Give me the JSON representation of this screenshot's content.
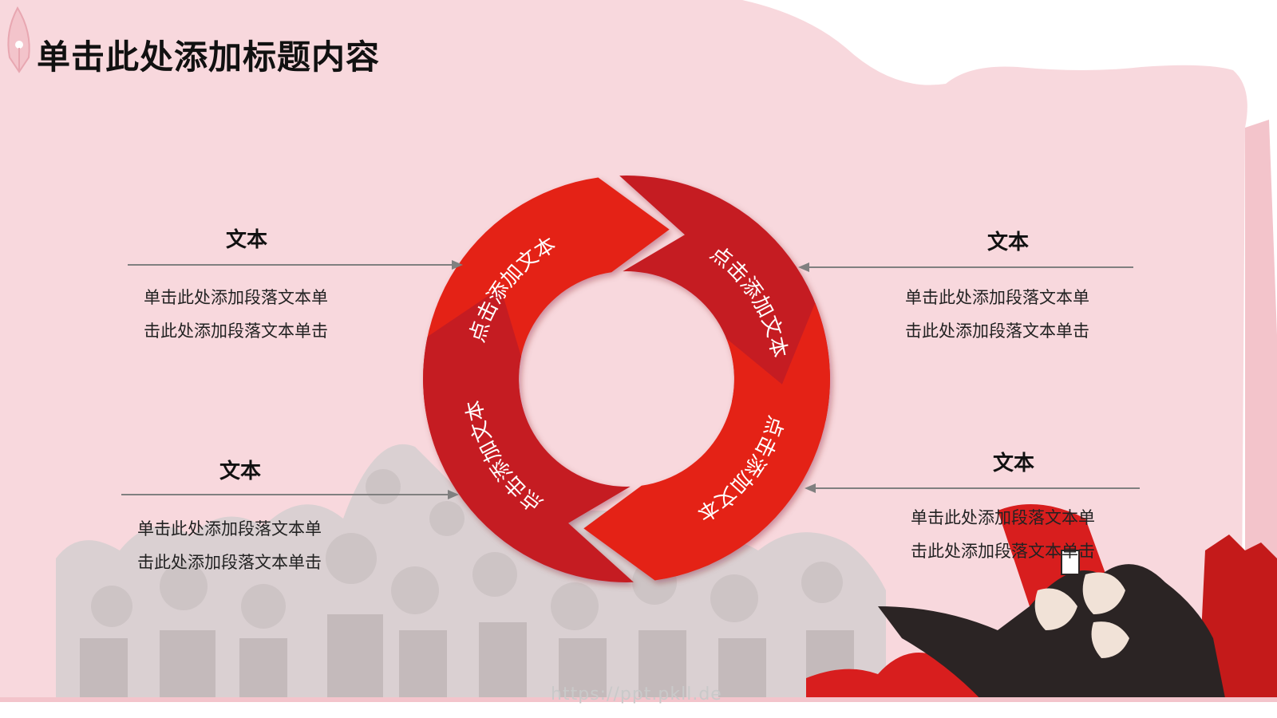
{
  "title": "单击此处添加标题内容",
  "watermark": "https://ppt.pkll.de",
  "colors": {
    "banner": "#f8d8dd",
    "red_bright": "#e42318",
    "red_dark": "#c51b23",
    "arrow_gray": "#808080"
  },
  "icons": [
    "pen-nib-icon",
    "crowd-illustration",
    "red-flag-icon"
  ],
  "cycle": {
    "segments": [
      {
        "label": "点击添加文本"
      },
      {
        "label": "点击添加文本"
      },
      {
        "label": "点击添加文本"
      },
      {
        "label": "点击添加文本"
      }
    ]
  },
  "callouts": {
    "top_left": {
      "heading": "文本",
      "line1": "单击此处添加段落文本单",
      "line2": "击此处添加段落文本单击"
    },
    "top_right": {
      "heading": "文本",
      "line1": "单击此处添加段落文本单",
      "line2": "击此处添加段落文本单击"
    },
    "bottom_left": {
      "heading": "文本",
      "line1": "单击此处添加段落文本单",
      "line2": "击此处添加段落文本单击"
    },
    "bottom_right": {
      "heading": "文本",
      "line1": "单击此处添加段落文本单",
      "line2": "击此处添加段落文本单击"
    }
  }
}
